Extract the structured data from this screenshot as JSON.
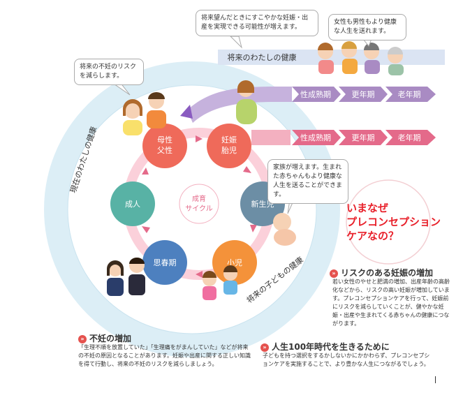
{
  "cycle_center": [
    "成育",
    "サイクル"
  ],
  "nodes": {
    "parents": [
      "母性",
      "父性"
    ],
    "pregnancy": [
      "妊娠",
      "胎児"
    ],
    "newborn": "新生児",
    "child": "小児",
    "puberty": "思春期",
    "adult": "成人"
  },
  "ring_labels": {
    "present": "現在のわたしの健康",
    "child_future": "将来の子どもの健康",
    "my_future": "将来のわたしの健康"
  },
  "band_top": [
    "性成熟期",
    "更年期",
    "老年期"
  ],
  "band_bottom": [
    "性成熟期",
    "更年期",
    "老年期"
  ],
  "bubbles": {
    "infertility_risk": "将来の不妊のリスクを減らします。",
    "healthy_pregnancy": "将来望んだときにすこやかな妊娠・出産を実現できる可能性が増えます。",
    "healthy_life": "女性も男性もより健康な人生を送れます。",
    "family": "家族が増えます。生まれた赤ちゃんもより健康な人生を送ることができます。"
  },
  "question": [
    "いまなぜ",
    "プレコンセプション",
    "ケアなの？"
  ],
  "sections": {
    "risk": {
      "title": "リスクのある妊娠の増加",
      "body": "若い女性のやせと肥満の増加、出産年齢の高齢化などから、リスクの高い妊娠が増加しています。プレコンセプションケアを行って、妊娠前にリスクを減らしていくことが、健やかな妊娠・出産や生まれてくる赤ちゃんの健康につながります。"
    },
    "infertility": {
      "title": "不妊の増加",
      "body": "「生理不順を放置していた」「生理痛をがまんしていた」などが将来の不妊の原因となることがあります。妊娠や出産に関する正しい知識を得て行動し、将来の不妊のリスクを減らしましょう。"
    },
    "century": {
      "title": "人生100年時代を生きるために",
      "body": "子どもを持つ選択をするかしないかにかかわらず、プレコンセプションケアを実施することで、より豊かな人生につながるでしょう。"
    }
  },
  "colors": {
    "ring": "#dceef6",
    "purple_band": "#a98bc3",
    "pink_band": "#e46a8a",
    "coral": "#ef6a5a",
    "orange": "#f4923a",
    "teal": "#58b2a5",
    "slate": "#6c8ea5",
    "blue": "#4d80bf",
    "green": "#55b18f",
    "accent_red": "#e8202a"
  }
}
